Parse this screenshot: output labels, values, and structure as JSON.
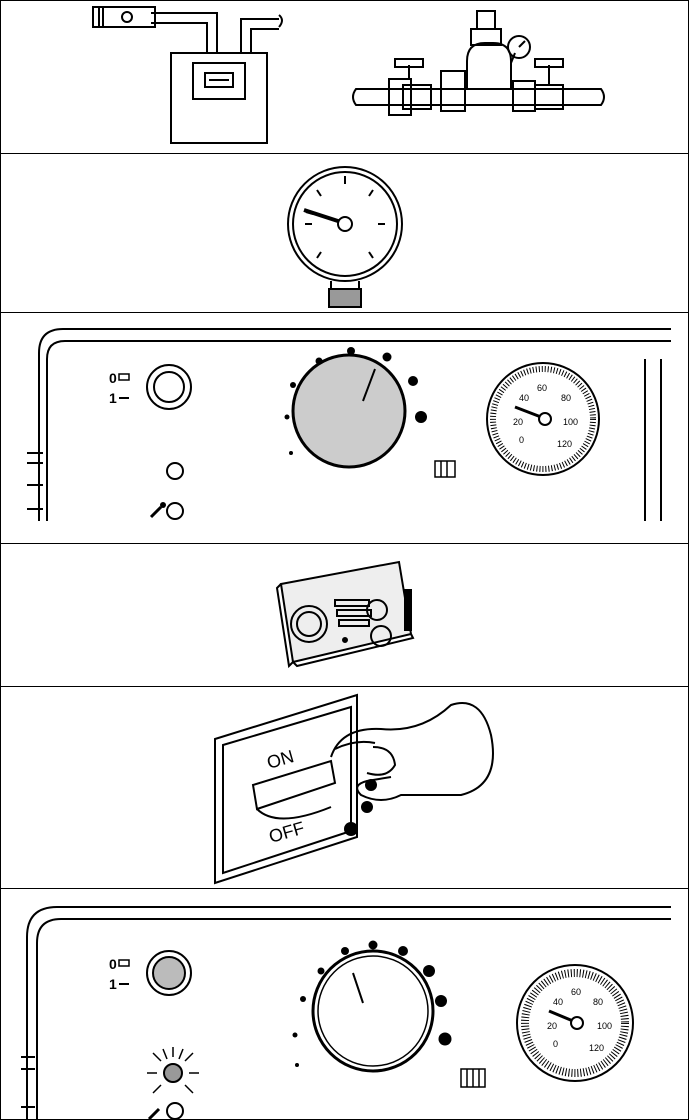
{
  "panels": [
    {
      "name": "gas-and-water-supply"
    },
    {
      "name": "pressure-gauge"
    },
    {
      "name": "boiler-control-panel-initial"
    },
    {
      "name": "room-thermostat"
    },
    {
      "name": "mains-switch-on"
    },
    {
      "name": "boiler-control-panel-running"
    }
  ],
  "switch_labels": {
    "off": "0",
    "on": "1"
  },
  "thermometer": {
    "scale": [
      "0",
      "20",
      "40",
      "60",
      "80",
      "100",
      "120"
    ]
  },
  "mains_switch": {
    "on_label": "ON",
    "off_label": "OFF"
  }
}
